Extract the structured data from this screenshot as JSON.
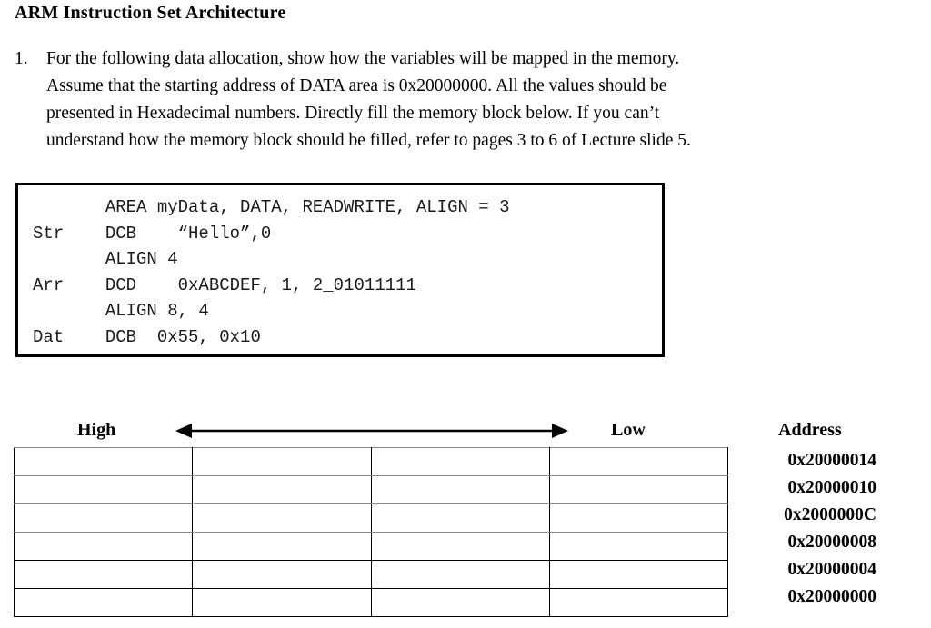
{
  "title": "ARM Instruction Set Architecture",
  "question": {
    "marker": "1.",
    "lines": [
      "For the following data allocation, show how the variables will be mapped in the memory.",
      "Assume that the starting address of DATA area is 0x20000000. All the values should be",
      "presented in Hexadecimal numbers. Directly fill the memory block below. If you can’t",
      "understand how the memory block should be filled, refer to pages 3 to 6 of Lecture slide 5."
    ]
  },
  "code": {
    "language": "arm-assembly",
    "lines": [
      "       AREA myData, DATA, READWRITE, ALIGN = 3",
      "Str    DCB    “Hello”,0",
      "       ALIGN 4",
      "Arr    DCD    0xABCDEF, 1, 2_01011111",
      "       ALIGN 8, 4",
      "Dat    DCB  0x55, 0x10"
    ],
    "text": "       AREA myData, DATA, READWRITE, ALIGN = 3\nStr    DCB    “Hello”,0\n       ALIGN 4\nArr    DCD    0xABCDEF, 1, 2_01011111\n       ALIGN 8, 4\nDat    DCB  0x55, 0x10"
  },
  "diagram": {
    "high_label": "High",
    "low_label": "Low",
    "address_header": "Address",
    "arrow": "double-headed-horizontal-arrow"
  },
  "memory_table": {
    "columns": 4,
    "rows": 6,
    "cells": [
      [
        "",
        "",
        "",
        ""
      ],
      [
        "",
        "",
        "",
        ""
      ],
      [
        "",
        "",
        "",
        ""
      ],
      [
        "",
        "",
        "",
        ""
      ],
      [
        "",
        "",
        "",
        ""
      ],
      [
        "",
        "",
        "",
        ""
      ]
    ]
  },
  "addresses": [
    "0x20000014",
    "0x20000010",
    "0x2000000C",
    "0x20000008",
    "0x20000004",
    "0x20000000"
  ]
}
